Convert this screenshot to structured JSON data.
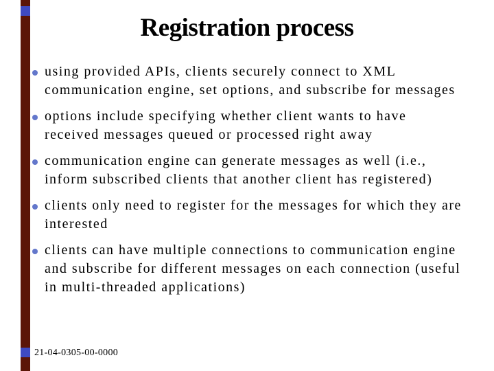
{
  "slide": {
    "title": "Registration process",
    "bullets": [
      {
        "lines": [
          "using provided APIs, clients securely connect to XML",
          "communication engine, set options, and subscribe for messages"
        ]
      },
      {
        "lines": [
          "options include specifying whether client wants to have",
          "received messages queued or processed right away"
        ]
      },
      {
        "lines": [
          "communication engine can generate messages as well (i.e.,",
          "inform subscribed clients that another client has registered)"
        ]
      },
      {
        "lines": [
          "clients only need to register for the messages for which they are",
          "interested"
        ]
      },
      {
        "lines": [
          "clients can have multiple connections to communication engine",
          "and subscribe for different messages on each connection (useful",
          "in multi-threaded applications)"
        ]
      }
    ],
    "footer": "21-04-0305-00-0000",
    "colors": {
      "background": "#ffffff",
      "text": "#000000",
      "bullet_dot": "#6377cb",
      "accent_bar": "#5b1507",
      "decor_square": "#3f4ac1"
    },
    "icons": {
      "bullet_icon": "filled-circle",
      "decor_square_icon": "filled-square"
    }
  }
}
